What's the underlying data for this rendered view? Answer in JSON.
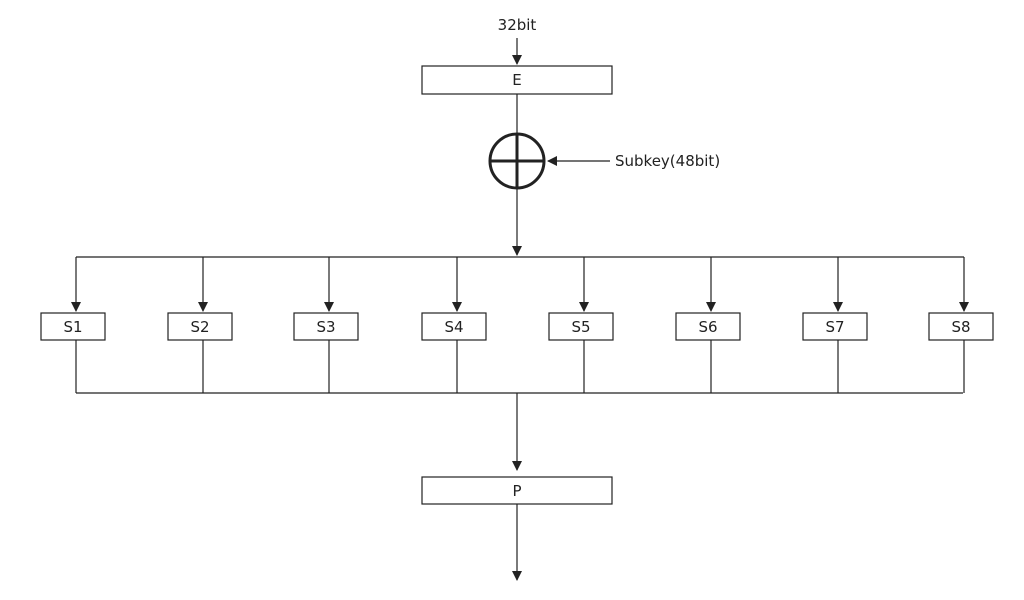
{
  "input_label": "32bit",
  "expansion_label": "E",
  "subkey_label": "Subkey(48bit)",
  "sboxes": [
    "S1",
    "S2",
    "S3",
    "S4",
    "S5",
    "S6",
    "S7",
    "S8"
  ],
  "permutation_label": "P",
  "colors": {
    "line": "#222222",
    "fill": "#ffffff"
  }
}
